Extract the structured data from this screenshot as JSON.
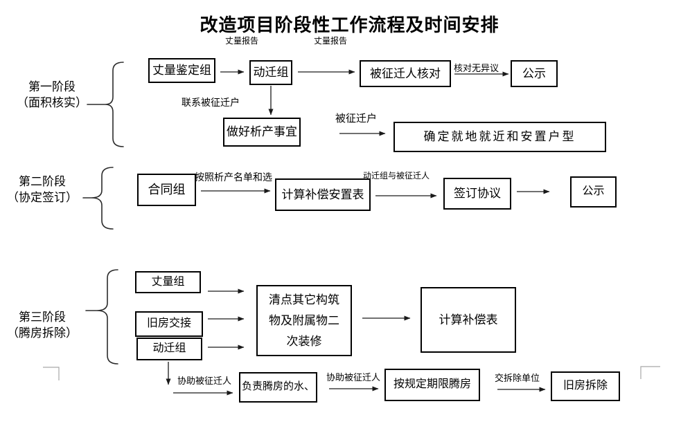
{
  "title": "改造项目阶段性工作流程及时间安排",
  "stages": {
    "stage1": {
      "name": "第一阶段",
      "sub": "（面积核实）"
    },
    "stage2": {
      "name": "第二阶段",
      "sub": "（协定签订）"
    },
    "stage3": {
      "name": "第三阶段",
      "sub": "（腾房拆除）"
    }
  },
  "boxes": {
    "measurement_appraisal_team": "丈量鉴定组",
    "relocation_team_1": "动迁组",
    "expropriated_person_check": "被征迁人核对",
    "publicity_1": "公示",
    "property_division": "做好析产事宜",
    "determine_housing": "确定就地就近和安置户型",
    "contract_team": "合同组",
    "compensation_placement_table": "计算补偿安置表",
    "sign_agreement": "签订协议",
    "publicity_2": "公示",
    "measurement_team": "丈量组",
    "old_house_handover": "旧房交接",
    "relocation_team_2": "动迁组",
    "inventory_structures": "清点其它构筑物及附属物二次装修",
    "compensation_table": "计算补偿表",
    "vacate_water": "负责腾房的水、",
    "vacate_deadline": "按规定期限腾房",
    "old_house_demolition": "旧房拆除"
  },
  "labels": {
    "measurement_report_1": "丈量报告",
    "measurement_report_2": "丈量报告",
    "check_no_objection": "核对无异议",
    "contact_households": "联系被征迁户",
    "expropriated_household": "被征迁户",
    "per_division_list": "按照析产名单和选",
    "team_with_persons": "动迁组与被征迁人",
    "assist_persons_1": "协助被征迁人",
    "assist_persons_2": "协助被征迁人",
    "hand_to_demolition_unit": "交拆除单位"
  },
  "colors": {
    "ink": "#000000",
    "arrow": "#1a1a1a",
    "crop_mark": "#a6a6a6"
  }
}
